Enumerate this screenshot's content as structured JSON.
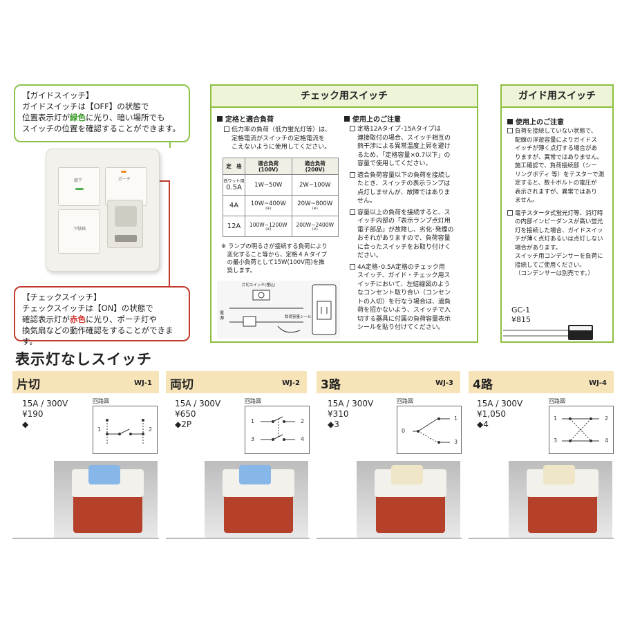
{
  "guide_callout": {
    "title": "【ガイドスイッチ】",
    "line1": "ガイドスイッチは【OFF】の状態で",
    "line2a": "位置表示灯が",
    "line2b": "緑色",
    "line2c": "に光り、暗い場所でも",
    "line3": "スイッチの位置を確認することができます。"
  },
  "check_callout": {
    "title": "【チェックスイッチ】",
    "line1": "チェックスイッチは【ON】の状態で",
    "line2a": "確認表示灯が",
    "line2b": "赤色",
    "line2c": "に光り、ポーチ灯や",
    "line3": "換気扇などの動作確認をすることができます。"
  },
  "plate": {
    "guide_label": "廊下",
    "check_label": "ポーチ",
    "bottom_label": "下駄箱"
  },
  "check_box": {
    "title": "チェック用スイッチ",
    "section1": "定格と適合負荷",
    "note1": [
      "低力率の負荷（低力蛍光灯等）は、",
      "定格電流がスイッチの定格電流を",
      "こえないように使用してください。"
    ],
    "table": {
      "h_rating": "定　格",
      "h_100": "適合負荷",
      "h_100_sub": "(100V)",
      "h_200": "適合負荷",
      "h_200_sub": "(200V)",
      "rows": [
        {
          "rating_sub": "低ワット用",
          "rating": "0.5A",
          "v100": "1W~50W",
          "v200": "2W~100W"
        },
        {
          "rating": "4A",
          "v100": "10W~400W",
          "v100_note": "(※)",
          "v200": "20W~800W",
          "v200_note": "(※)"
        },
        {
          "rating": "12A",
          "v100": "100W~1200W",
          "v100_note": "(※)",
          "v200": "200W~2400W",
          "v200_note": "(※)"
        }
      ]
    },
    "footnote": [
      "※ ランプの明るさが接続する負荷により",
      "　変化すること等から、定格４Ａタイプ",
      "　の最小負荷として15W(100V用)を推",
      "　奨します。"
    ],
    "diagram_caption1": "片切スイッチ(埋込)",
    "diagram_caption2": "電源",
    "diagram_caption3": "負荷容量シール",
    "section2": "使用上のご注意",
    "caution": [
      [
        "定格12Aタイプ･15Aタイプは",
        "連接取付の場合、スイッチ相互の",
        "熱干渉による異常温度上昇を避け",
        "るため、「定格容量×0.7以下」の",
        "容量で使用してください。"
      ],
      [
        "適合負荷容量以下の負荷を接続し",
        "たとき、スイッチの表示ランプは",
        "点灯しませんが、故障ではありま",
        "せん。"
      ],
      [
        "容量以上の負荷を接続すると、ス",
        "イッチ内部の「表示ランプ点灯用",
        "電子部品」が故障し、劣化･発煙の",
        "おそれがありますので、負荷容量",
        "に合ったスイッチをお取り付けく",
        "ださい。"
      ],
      [
        "4A定格･0.5A定格のチェック用",
        "スイッチ、ガイド・チェック用ス",
        "イッチにおいて、左結線図のよう",
        "なコンセント取り合い（コンセン",
        "トの入切）を行なう場合は、過負",
        "荷を招かないよう、スイッチで入",
        "切する器具に付属の負荷容量表示",
        "シールを貼り付けてください。"
      ]
    ]
  },
  "guide_box": {
    "title": "ガイド用スイッチ",
    "section": "使用上のご注意",
    "caution": [
      [
        "負荷を接続していない状態で、",
        "配線の浮遊容量によりガイドス",
        "イッチが薄く点灯する場合があ",
        "りますが、異常ではありません。",
        "施工確認で、負荷接続部（シー",
        "リングボディ 等）をテスターで測",
        "定すると、数十ボルトの電圧が",
        "表示されますが、異常ではあり",
        "ません。"
      ],
      [
        "電子スタータ式蛍光灯等、消灯時",
        "の内部インピーダンスが高い蛍光",
        "灯を接続した場合、ガイドスイッ",
        "チが薄く点灯あるいは点灯しない",
        "場合があります。",
        "スイッチ用コンデンサーを負荷に",
        "接続してご使用ください。",
        "（コンデンサーは別売です。）"
      ]
    ],
    "product_code": "GC-1",
    "product_price": "¥815"
  },
  "main_heading": "表示灯なしスイッチ",
  "circuit_label": "回路図",
  "products": [
    {
      "name": "片切",
      "code": "WJ-1",
      "rating": "15A / 300V",
      "price": "¥190",
      "extra": "◆",
      "t": [
        "1",
        "2"
      ]
    },
    {
      "name": "両切",
      "code": "WJ-2",
      "rating": "15A / 300V",
      "price": "¥650",
      "extra": "◆2P",
      "t": [
        "1",
        "2",
        "3",
        "4"
      ]
    },
    {
      "name": "3路",
      "code": "WJ-3",
      "rating": "15A / 300V",
      "price": "¥310",
      "extra": "◆3",
      "t": [
        "0",
        "1",
        "3"
      ]
    },
    {
      "name": "4路",
      "code": "WJ-4",
      "rating": "15A / 300V",
      "price": "¥1,050",
      "extra": "◆4",
      "t": [
        "1",
        "2",
        "3",
        "4"
      ]
    }
  ],
  "colors": {
    "green": "#8cbf3f",
    "header_bg": "#eef4d8",
    "red": "#c0392b",
    "product_header": "#f6e3b8",
    "switch_red": "#b5412a",
    "switch_blue": "#86b7e8",
    "switch_ivory": "#efe6c8"
  }
}
